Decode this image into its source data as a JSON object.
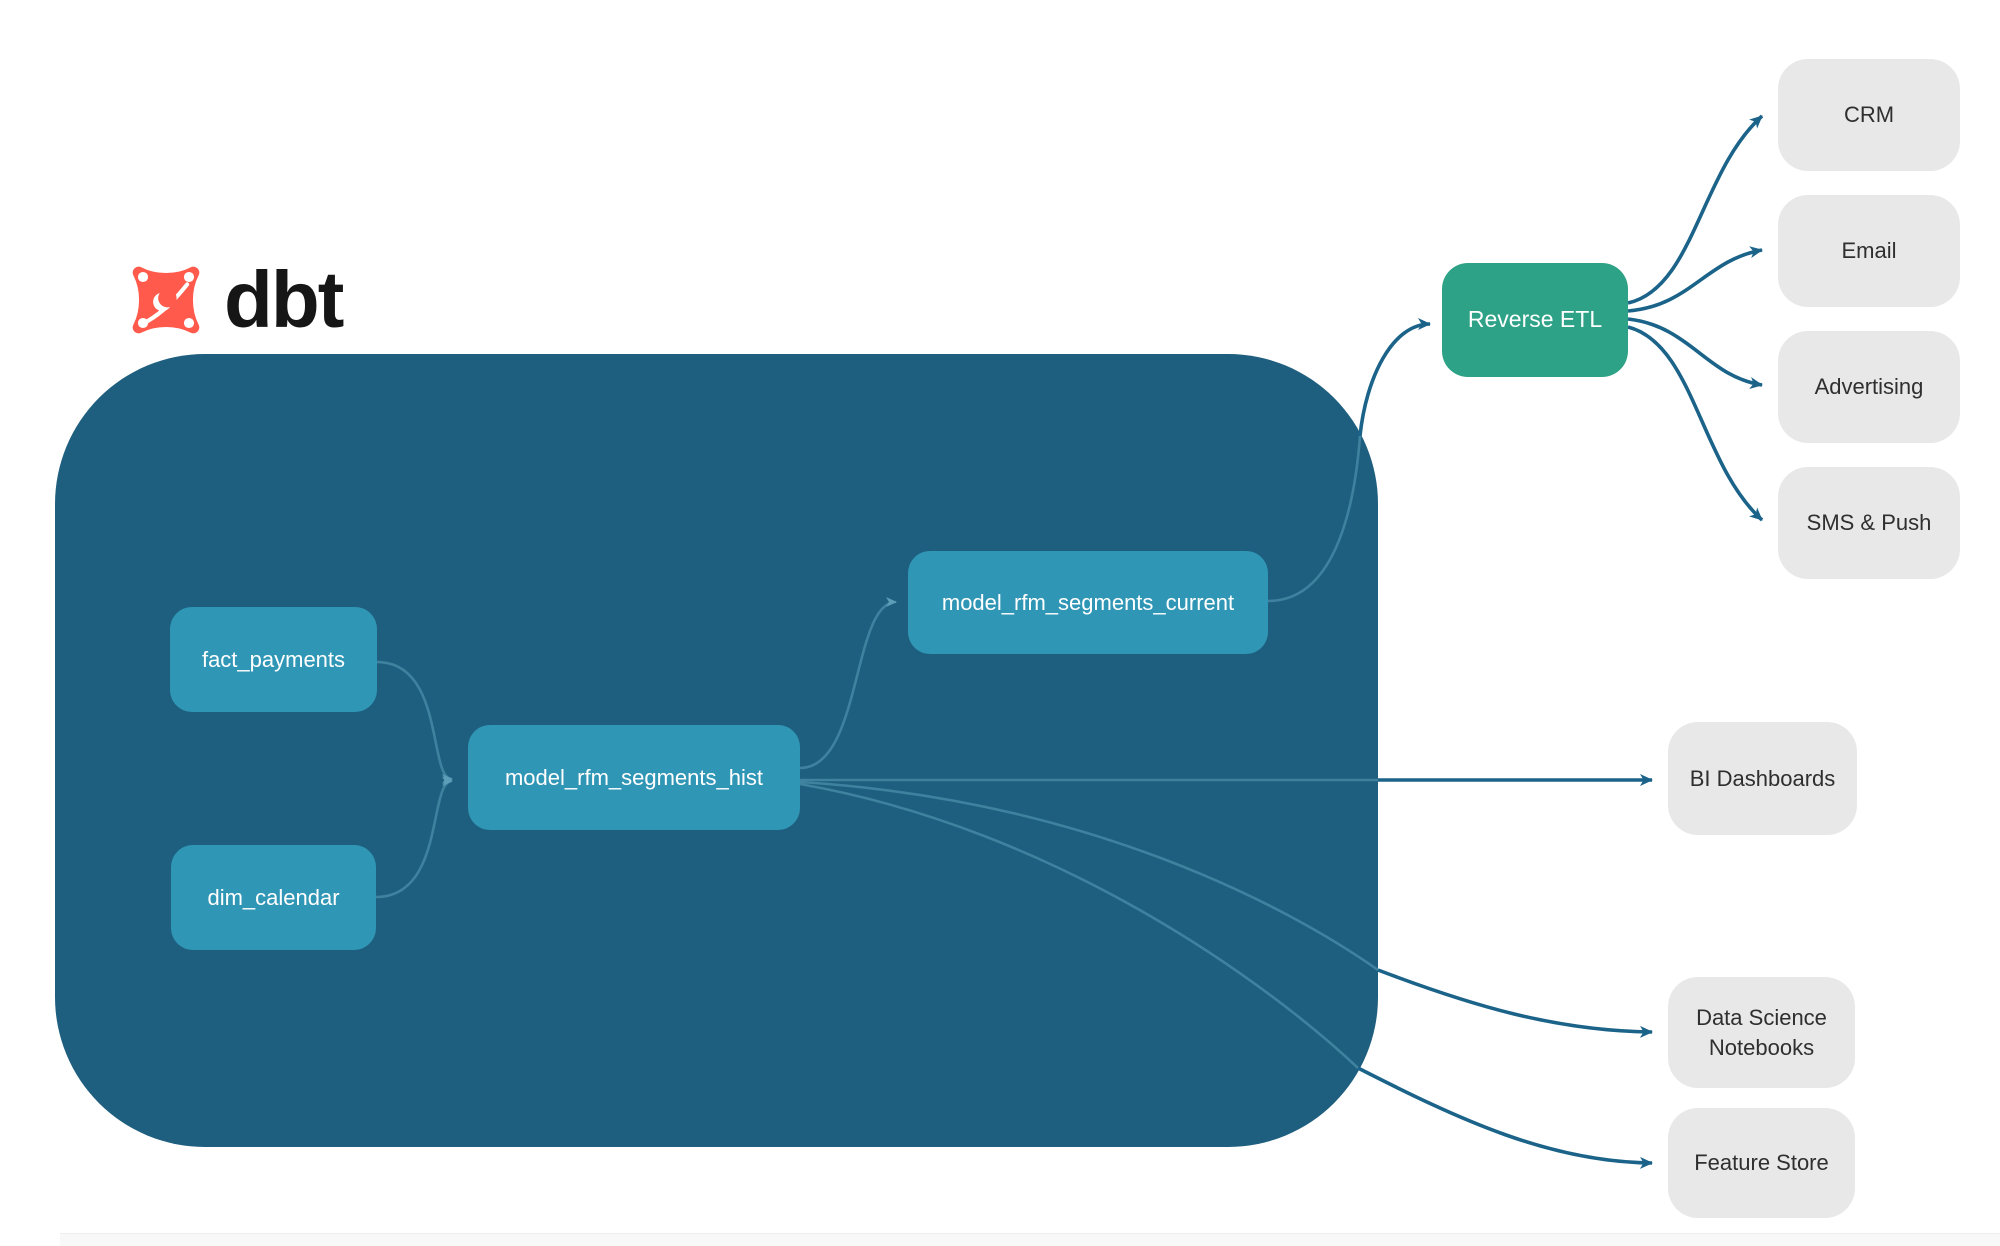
{
  "colors": {
    "container_bg": "#1E5E7E",
    "node_teal": "#3096B5",
    "node_green": "#2EA286",
    "node_gray": "#E8E8E8",
    "edge_dark": "#1B6389",
    "edge_light": "#4E93AF",
    "logo_orange": "#FF5A4C",
    "wordmark": "#161616"
  },
  "logo": {
    "wordmark": "dbt"
  },
  "nodes": {
    "fact_payments": {
      "label": "fact_payments"
    },
    "dim_calendar": {
      "label": "dim_calendar"
    },
    "model_rfm_segments_hist": {
      "label": "model_rfm_segments_hist"
    },
    "model_rfm_segments_current": {
      "label": "model_rfm_segments_current"
    },
    "reverse_etl": {
      "label": "Reverse ETL"
    },
    "crm": {
      "label": "CRM"
    },
    "email": {
      "label": "Email"
    },
    "advertising": {
      "label": "Advertising"
    },
    "sms_push": {
      "label": "SMS & Push"
    },
    "bi_dashboards": {
      "label": "BI Dashboards"
    },
    "data_science_notebooks": {
      "label": "Data Science Notebooks"
    },
    "feature_store": {
      "label": "Feature Store"
    }
  },
  "edges": [
    {
      "from": "fact_payments",
      "to": "model_rfm_segments_hist"
    },
    {
      "from": "dim_calendar",
      "to": "model_rfm_segments_hist"
    },
    {
      "from": "model_rfm_segments_hist",
      "to": "model_rfm_segments_current"
    },
    {
      "from": "model_rfm_segments_hist",
      "to": "bi_dashboards"
    },
    {
      "from": "model_rfm_segments_hist",
      "to": "data_science_notebooks"
    },
    {
      "from": "model_rfm_segments_hist",
      "to": "feature_store"
    },
    {
      "from": "model_rfm_segments_current",
      "to": "reverse_etl"
    },
    {
      "from": "reverse_etl",
      "to": "crm"
    },
    {
      "from": "reverse_etl",
      "to": "email"
    },
    {
      "from": "reverse_etl",
      "to": "advertising"
    },
    {
      "from": "reverse_etl",
      "to": "sms_push"
    }
  ]
}
